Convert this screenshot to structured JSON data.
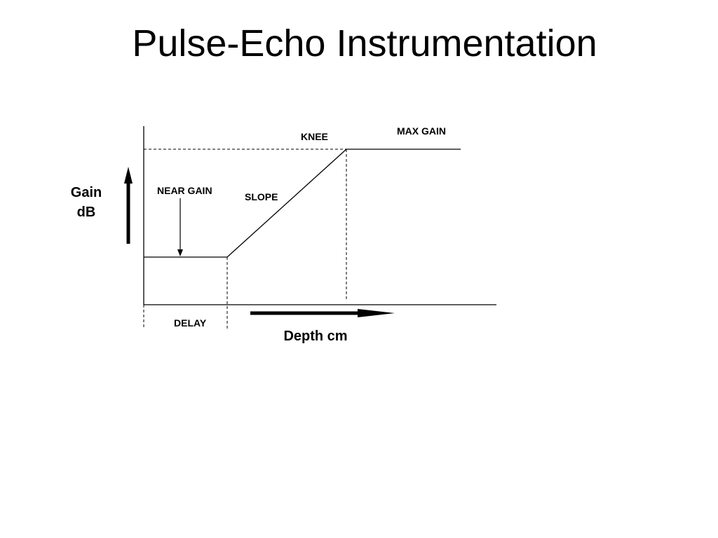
{
  "slide": {
    "title": "Pulse-Echo Instrumentation"
  },
  "diagram": {
    "labels": {
      "knee": "KNEE",
      "max_gain": "MAX GAIN",
      "near_gain": "NEAR GAIN",
      "slope": "SLOPE",
      "delay": "DELAY",
      "y_axis_line1": "Gain",
      "y_axis_line2": "dB",
      "x_axis": "Depth cm"
    },
    "colors": {
      "stroke": "#000000",
      "background": "#ffffff"
    }
  }
}
